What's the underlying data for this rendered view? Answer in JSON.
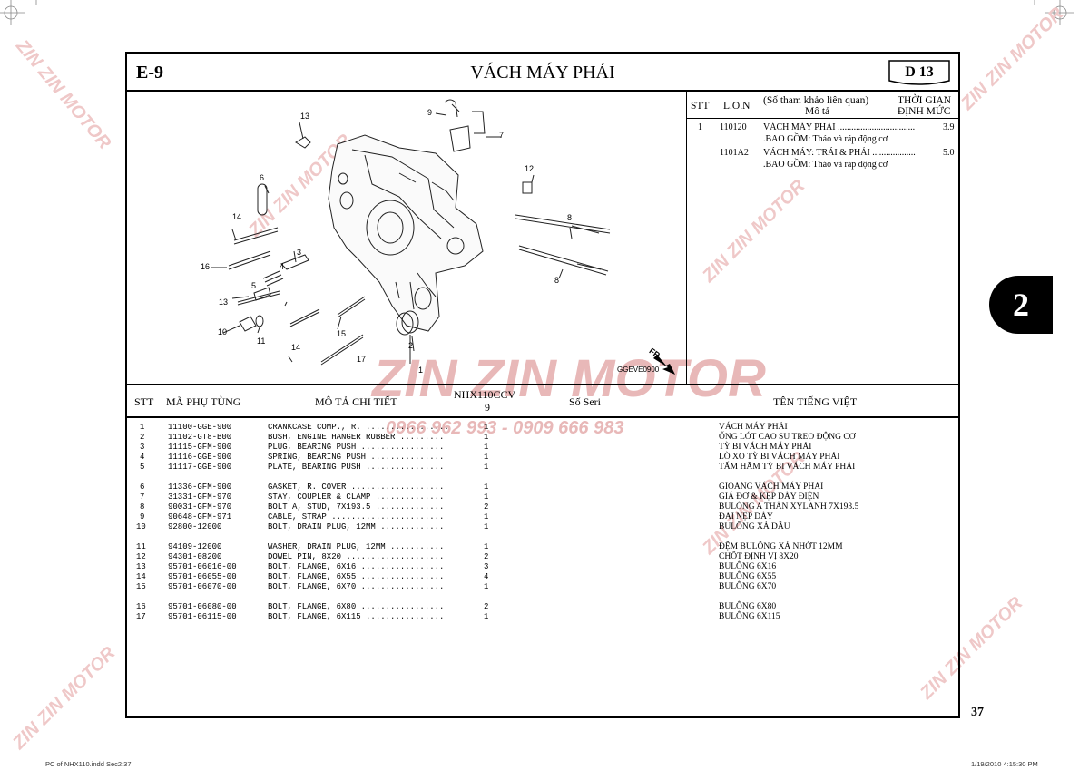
{
  "header": {
    "code": "E-9",
    "title": "VÁCH MÁY PHẢI",
    "badge": "D 13"
  },
  "diagram": {
    "figure_code": "GGEVE0900",
    "front_marker": "FR.",
    "callouts": [
      "1",
      "2",
      "3",
      "4",
      "5",
      "6",
      "7",
      "8",
      "8",
      "9",
      "10",
      "11",
      "12",
      "13",
      "13",
      "14",
      "14",
      "15",
      "16",
      "17"
    ]
  },
  "labor_table": {
    "headers": {
      "stt": "STT",
      "lon": "L.O.N",
      "desc_ref": "(Số tham khảo liên quan)",
      "desc": "Mô tả",
      "time_1": "THỜI GIAN",
      "time_2": "ĐỊNH MỨC"
    },
    "rows": [
      {
        "stt": "1",
        "lon": "110120",
        "desc": "VÁCH MÁY PHẢI ..................................",
        "time": "3.9",
        "note": ".BAO GỒM: Tháo và ráp động cơ"
      },
      {
        "stt": "",
        "lon": "1101A2",
        "desc": "VÁCH MÁY: TRÁI & PHẢI ...................",
        "time": "5.0",
        "note": ".BAO GỒM: Tháo và ráp động cơ"
      }
    ]
  },
  "parts_table": {
    "headers": {
      "stt": "STT",
      "part_no": "MÃ PHỤ TÙNG",
      "desc": "MÔ TẢ CHI TIẾT",
      "model": "NHX110CCV",
      "model_sub": "9",
      "serial": "Số Seri",
      "vn_name": "TÊN TIẾNG VIỆT"
    },
    "rows": [
      {
        "stt": "1",
        "part_no": "11100-GGE-900",
        "desc": "CRANKCASE COMP., R. .................",
        "qty": "1",
        "vn": "VÁCH MÁY PHẢI"
      },
      {
        "stt": "2",
        "part_no": "11102-GT8-B00",
        "desc": "BUSH, ENGINE HANGER RUBBER .........",
        "qty": "1",
        "vn": "ỐNG LÓT CAO SU TREO ĐỘNG CƠ"
      },
      {
        "stt": "3",
        "part_no": "11115-GFM-900",
        "desc": "PLUG, BEARING PUSH .................",
        "qty": "1",
        "vn": "TỲ BI VÁCH MÁY PHẢI"
      },
      {
        "stt": "4",
        "part_no": "11116-GGE-900",
        "desc": "SPRING, BEARING PUSH ...............",
        "qty": "1",
        "vn": "LÒ XO TỲ BI VÁCH MÁY PHẢI"
      },
      {
        "stt": "5",
        "part_no": "11117-GGE-900",
        "desc": "PLATE, BEARING PUSH ................",
        "qty": "1",
        "vn": "TẤM HÃM TỲ BI VÁCH MÁY PHẢI"
      },
      {
        "stt": "6",
        "part_no": "11336-GFM-900",
        "desc": "GASKET, R. COVER ...................",
        "qty": "1",
        "vn": "GIOĂNG VÁCH MÁY PHẢI"
      },
      {
        "stt": "7",
        "part_no": "31331-GFM-970",
        "desc": "STAY, COUPLER & CLAMP ..............",
        "qty": "1",
        "vn": "GIÁ ĐỠ & KẸP DÂY ĐIỆN"
      },
      {
        "stt": "8",
        "part_no": "90031-GFM-970",
        "desc": "BOLT A, STUD, 7X193.5 ..............",
        "qty": "2",
        "vn": "BULÔNG A THÂN XYLANH 7X193.5"
      },
      {
        "stt": "9",
        "part_no": "90648-GFM-971",
        "desc": "CABLE, STRAP .......................",
        "qty": "1",
        "vn": "ĐAI NẸP DÂY"
      },
      {
        "stt": "10",
        "part_no": "92800-12000",
        "desc": "BOLT, DRAIN PLUG, 12MM .............",
        "qty": "1",
        "vn": "BULÔNG XẢ DẦU"
      },
      {
        "stt": "11",
        "part_no": "94109-12000",
        "desc": "WASHER, DRAIN PLUG, 12MM ...........",
        "qty": "1",
        "vn": "ĐỆM BULÔNG XẢ NHỚT 12MM"
      },
      {
        "stt": "12",
        "part_no": "94301-08200",
        "desc": "DOWEL PIN, 8X20 ....................",
        "qty": "2",
        "vn": "CHỐT ĐỊNH VỊ 8X20"
      },
      {
        "stt": "13",
        "part_no": "95701-06016-00",
        "desc": "BOLT, FLANGE, 6X16 .................",
        "qty": "3",
        "vn": "BULÔNG 6X16"
      },
      {
        "stt": "14",
        "part_no": "95701-06055-00",
        "desc": "BOLT, FLANGE, 6X55 .................",
        "qty": "4",
        "vn": "BULÔNG 6X55"
      },
      {
        "stt": "15",
        "part_no": "95701-06070-00",
        "desc": "BOLT, FLANGE, 6X70 .................",
        "qty": "1",
        "vn": "BULÔNG 6X70"
      },
      {
        "stt": "16",
        "part_no": "95701-06080-00",
        "desc": "BOLT, FLANGE, 6X80 .................",
        "qty": "2",
        "vn": "BULÔNG 6X80"
      },
      {
        "stt": "17",
        "part_no": "95701-06115-00",
        "desc": "BOLT, FLANGE, 6X115 ................",
        "qty": "1",
        "vn": "BULÔNG 6X115"
      }
    ]
  },
  "page_number": "37",
  "section_tab": "2",
  "watermark": {
    "brand": "ZIN ZIN MOTOR",
    "phones": "0966 962 993 - 0909 666 983"
  },
  "footer": {
    "left": "PC of NHX110.indd   Sec2:37",
    "right": "1/19/2010   4:15:30 PM"
  }
}
